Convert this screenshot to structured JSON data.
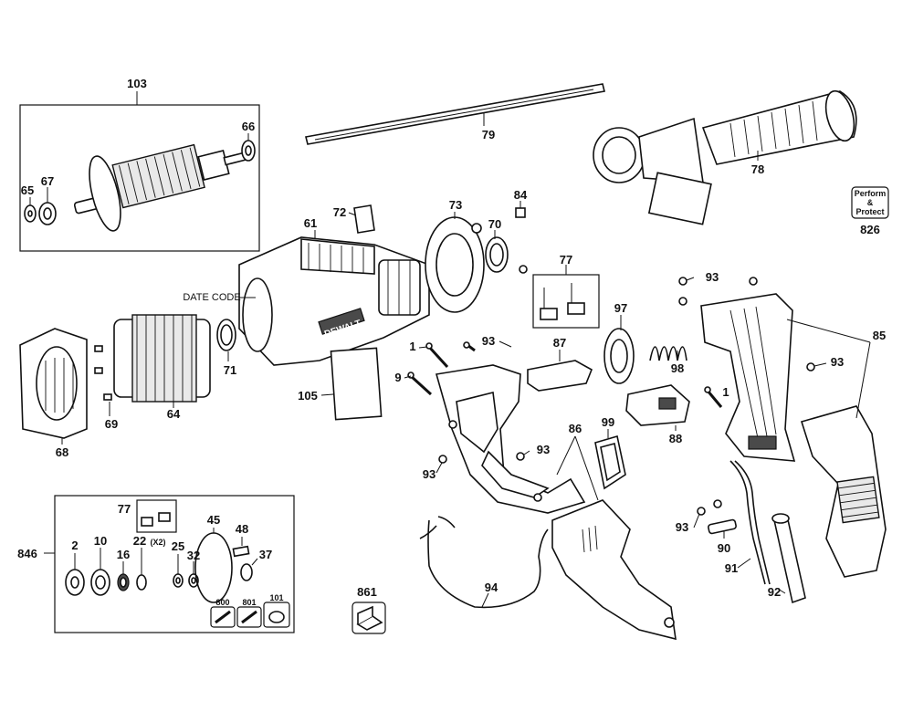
{
  "labels": {
    "p103": "103",
    "p66": "66",
    "p65": "65",
    "p67": "67",
    "p79": "79",
    "p78": "78",
    "p826": "826",
    "perform_1": "Perform",
    "perform_2": "&",
    "perform_3": "Protect",
    "p72": "72",
    "p73": "73",
    "p84": "84",
    "p70": "70",
    "p61": "61",
    "date_code": "DATE CODE",
    "p77": "77",
    "p93a": "93",
    "p85": "85",
    "p71": "71",
    "p64": "64",
    "p69": "69",
    "p68": "68",
    "p105": "105",
    "p1a": "1",
    "p93b": "93",
    "p87": "87",
    "p97": "97",
    "p98": "98",
    "p93c": "93",
    "p9": "9",
    "p1b": "1",
    "p99": "99",
    "p88": "88",
    "p86": "86",
    "p93d": "93",
    "p93e": "93",
    "p77b": "77",
    "p45": "45",
    "p48": "48",
    "p846": "846",
    "p2": "2",
    "p10": "10",
    "p16": "16",
    "p22": "22",
    "p22_qty": "(X2)",
    "p25": "25",
    "p32": "32",
    "p37": "37",
    "p800": "800",
    "p801": "801",
    "p101": "101",
    "p861": "861",
    "p94": "94",
    "p93f": "93",
    "p90": "90",
    "p91": "91",
    "p92": "92",
    "brand": "DEWALT"
  }
}
